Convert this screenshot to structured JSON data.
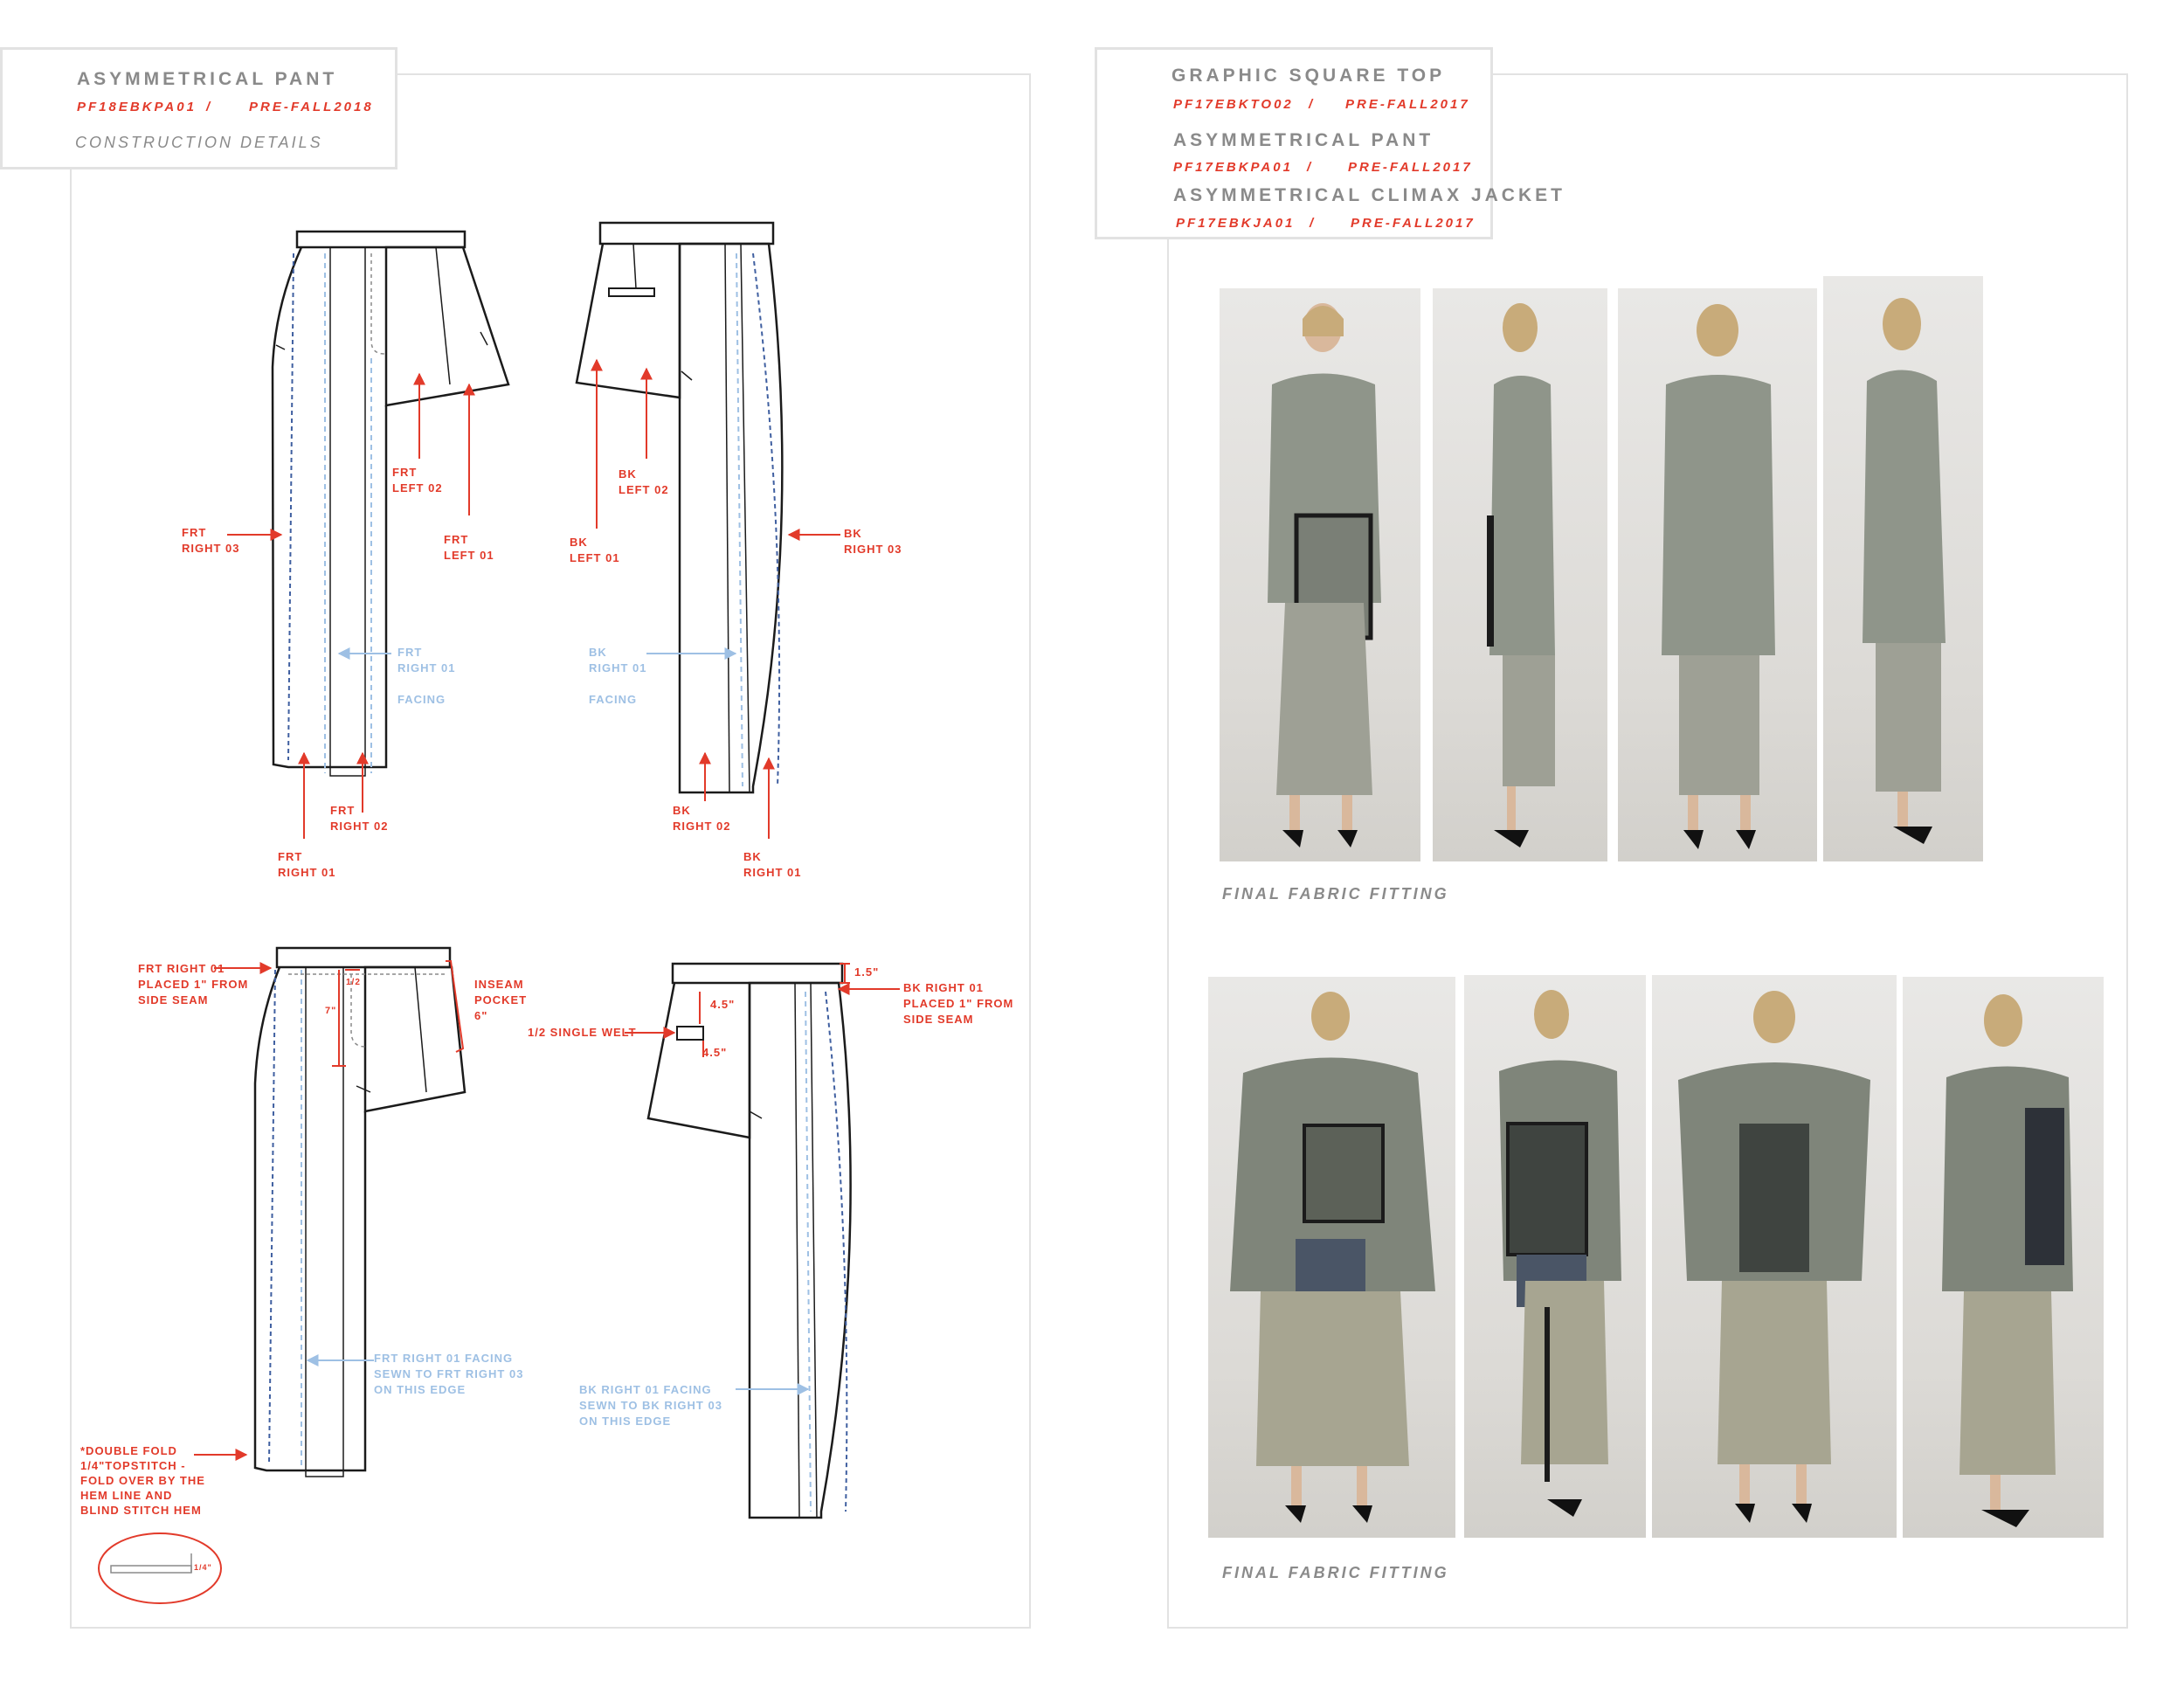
{
  "left_panel": {
    "title": "ASYMMETRICAL PANT",
    "code": "PF18EBKPA01",
    "separator": "/",
    "season": "PRE-FALL2018",
    "subtitle": "CONSTRUCTION DETAILS",
    "labels": {
      "frt_left_02": "FRT\nLEFT 02",
      "frt_left_01": "FRT\nLEFT 01",
      "frt_right_03": "FRT\nRIGHT 03",
      "frt_right_01_facing": "FRT\nRIGHT 01\n\nFACING",
      "frt_right_02": "FRT\nRIGHT 02",
      "frt_right_01": "FRT\nRIGHT 01",
      "bk_left_02": "BK\nLEFT 02",
      "bk_left_01": "BK\nLEFT 01",
      "bk_right_03": "BK\nRIGHT 03",
      "bk_right_01_facing": "BK\nRIGHT 01\n\nFACING",
      "bk_right_02": "BK\nRIGHT 02",
      "bk_right_01": "BK\nRIGHT 01",
      "frt_right_01_placed": "FRT RIGHT 01\nPLACED 1\" FROM\nSIDE SEAM",
      "inseam_pocket": "INSEAM\nPOCKET\n6\"",
      "half_inch": "1/2",
      "seven_inch": "7\"",
      "single_welt": "1/2 SINGLE WELT",
      "four_five_a": "4.5\"",
      "four_five_b": "4.5\"",
      "one_five": "1.5\"",
      "bk_right_01_placed": "BK RIGHT 01\nPLACED 1\" FROM\nSIDE SEAM",
      "frt_facing_sewn": "FRT RIGHT 01 FACING\nSEWN TO FRT RIGHT 03\nON THIS EDGE",
      "bk_facing_sewn": "BK RIGHT 01 FACING\nSEWN TO BK RIGHT 03\nON THIS EDGE",
      "double_fold": "*DOUBLE FOLD\n1/4\"TOPSTITCH -\nFOLD OVER BY THE\nHEM LINE AND\nBLIND STITCH HEM",
      "detail_quarter": "1/4\""
    }
  },
  "right_panel": {
    "products": [
      {
        "title": "GRAPHIC SQUARE TOP",
        "code": "PF17EBKTO02",
        "separator": "/",
        "season": "PRE-FALL2017"
      },
      {
        "title": "ASYMMETRICAL PANT",
        "code": "PF17EBKPA01",
        "separator": "/",
        "season": "PRE-FALL2017"
      },
      {
        "title": "ASYMMETRICAL CLIMAX JACKET",
        "code": "PF17EBKJA01",
        "separator": "/",
        "season": "PRE-FALL2017"
      }
    ],
    "caption_top": "FINAL FABRIC FITTING",
    "caption_bottom": "FINAL FABRIC FITTING"
  },
  "colors": {
    "accent_red": "#e23a2a",
    "facing_blue": "#9ec0e4",
    "label_grey": "#8a8a8a",
    "frame_grey": "#e2e2e2",
    "garment_grey": "#8f958a"
  }
}
